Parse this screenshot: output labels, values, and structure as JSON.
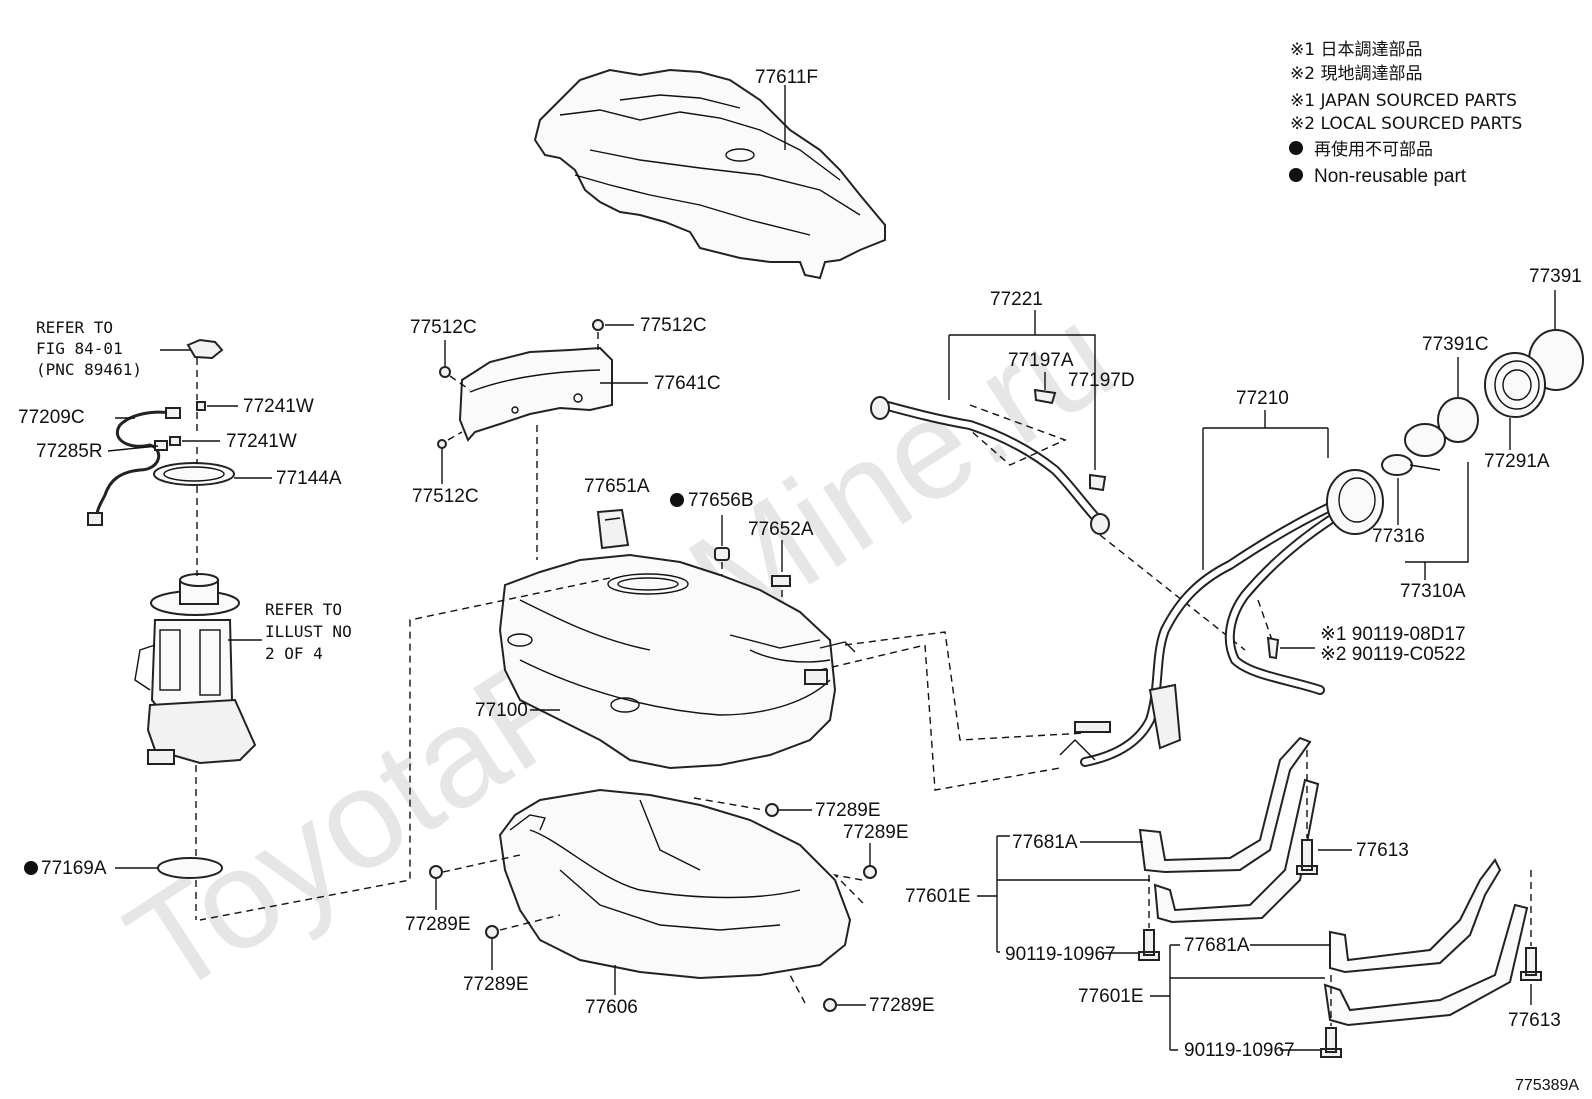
{
  "legend": {
    "line1": "※1 日本調達部品",
    "line2": "※2 現地調達部品",
    "line3": "※1 JAPAN SOURCED PARTS",
    "line4": "※2 LOCAL SOURCED PARTS",
    "line5": "再使用不可部品",
    "line6": "Non-reusable part"
  },
  "watermark": "ToyotaPartMine.ru",
  "figure_id": "775389A",
  "refer_fig": [
    "REFER TO",
    "FIG 84-01",
    "(PNC 89461)"
  ],
  "refer_illust": [
    "REFER TO",
    "ILLUST NO",
    "2 OF 4"
  ],
  "labels": {
    "p77611F": "77611F",
    "p77512C_a": "77512C",
    "p77512C_b": "77512C",
    "p77512C_c": "77512C",
    "p77641C": "77641C",
    "p77241W_a": "77241W",
    "p77241W_b": "77241W",
    "p77209C": "77209C",
    "p77285R": "77285R",
    "p77144A": "77144A",
    "p77651A": "77651A",
    "p77656B": "77656B",
    "p77652A": "77652A",
    "p77100": "77100",
    "p77169A": "77169A",
    "p77289E_a": "77289E",
    "p77289E_b": "77289E",
    "p77289E_c": "77289E",
    "p77289E_d": "77289E",
    "p77289E_e": "77289E",
    "p77606": "77606",
    "p77221": "77221",
    "p77197A": "77197A",
    "p77197D": "77197D",
    "p77210": "77210",
    "p77391": "77391",
    "p77391C": "77391C",
    "p77291A": "77291A",
    "p77316": "77316",
    "p77310A": "77310A",
    "p90119_08D17": "※1  90119-08D17",
    "p90119_C0522": "※2  90119-C0522",
    "p77681A_a": "77681A",
    "p77681A_b": "77681A",
    "p77601E_a": "77601E",
    "p77601E_b": "77601E",
    "p77613_a": "77613",
    "p77613_b": "77613",
    "p90119_10967_a": "90119-10967",
    "p90119_10967_b": "90119-10967"
  }
}
